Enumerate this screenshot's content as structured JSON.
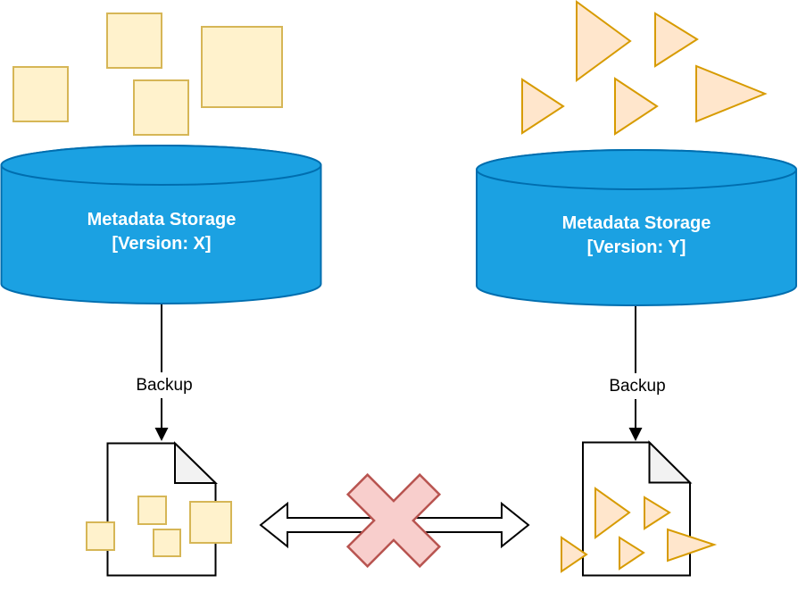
{
  "diagram": {
    "left": {
      "cylinder_title": "Metadata Storage",
      "cylinder_version": "[Version: X]",
      "backup_label": "Backup",
      "item_shape": "square"
    },
    "right": {
      "cylinder_title": "Metadata Storage",
      "cylinder_version": "[Version: Y]",
      "backup_label": "Backup",
      "item_shape": "triangle"
    },
    "relationship": "incompatible-backups"
  },
  "colors": {
    "cylinder_fill": "#1BA1E2",
    "cylinder_stroke": "#006EAF",
    "cylinder_text": "#FFFFFF",
    "square_fill": "#FFF2CC",
    "square_stroke": "#D6B656",
    "triangle_fill": "#FFE6CC",
    "triangle_stroke": "#D79B00",
    "cross_fill": "#F8CECC",
    "cross_stroke": "#B85450",
    "document_fill": "#FFFFFF",
    "document_fold_fill": "#F2F2F2",
    "document_stroke": "#000000",
    "line_color": "#000000",
    "arrow_fill": "#FFFFFF"
  }
}
